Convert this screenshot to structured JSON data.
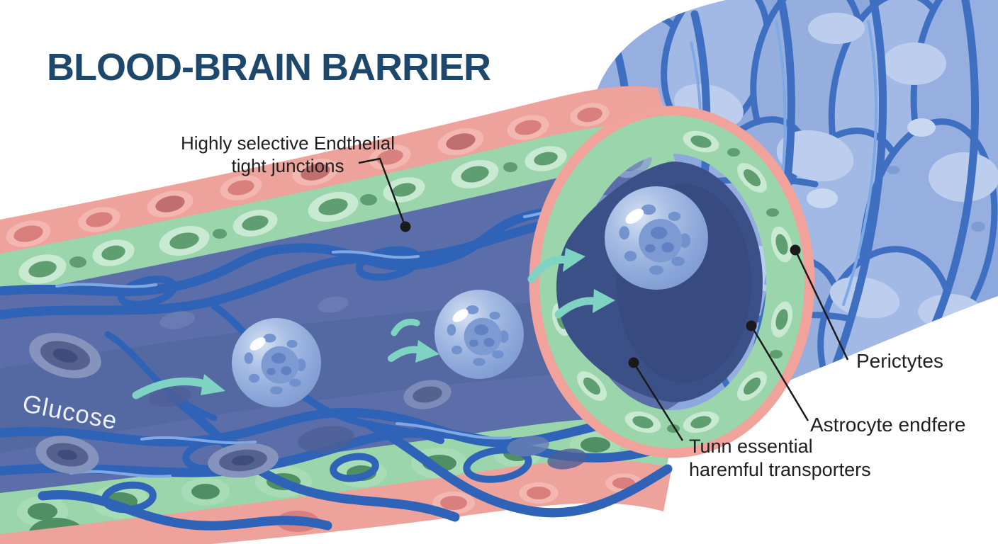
{
  "title": "BLOOD-BRAIN BARRIER",
  "labels": {
    "tight_junctions": {
      "line1": "Highly selective Endthelial",
      "line2": "tight junctions"
    },
    "glucose": "Glucose",
    "pericytes": "Perictytes",
    "astrocyte": "Astrocyte endfere",
    "transporters": {
      "line1": "Tunn essential",
      "line2": "haremful transporters"
    }
  },
  "colors": {
    "background": "#ffffff",
    "title_color": "#1d486b",
    "label_color": "#1f1f1f",
    "glucose_color": "#edf2fa",
    "leader_color": "#1a1a1a",
    "pink_layer": "#eda29c",
    "pink_cell": "#d97f7e",
    "pink_cell_rim": "#f3b6b1",
    "green_layer": "#9bd5ab",
    "green_cell_rim": "#c9ead2",
    "green_cell": "#5f9e71",
    "green_cell_dark": "#4f8f63",
    "endothelium": "#2e63b8",
    "mesh_highlight": "#7fa8e6",
    "lumen": "#5b6ea9",
    "lumen_dark": "#3c5088",
    "sheath": "#8ca8dc",
    "sheath_light": "#bccded",
    "sheath_outline": "#3e6fc1",
    "sphere_base": "#9db6de",
    "sphere_spot": "#6d8ecb",
    "arrow": "#7ed3c2"
  }
}
